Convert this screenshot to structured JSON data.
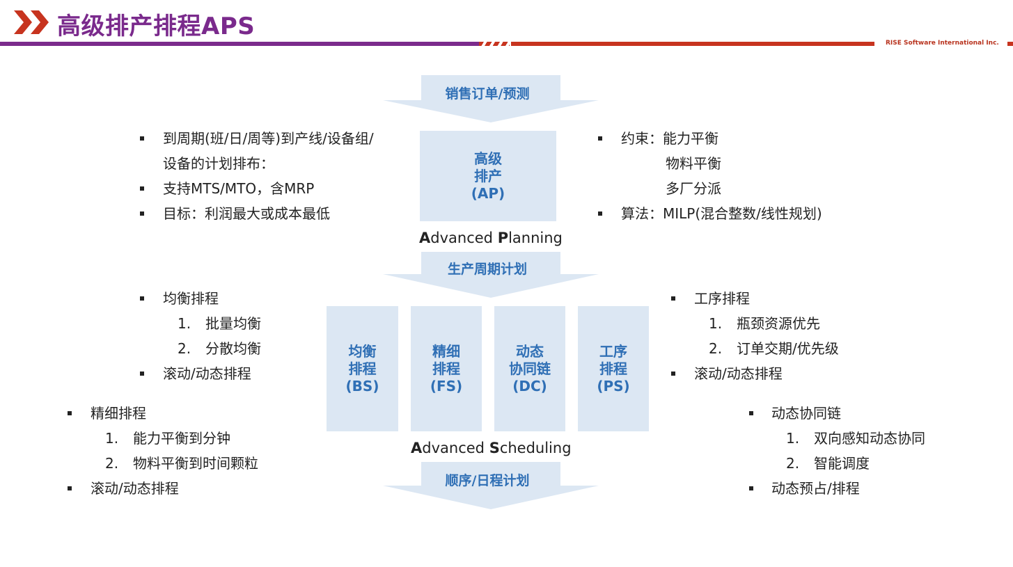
{
  "header": {
    "title": "高级排产排程APS",
    "company": "RISE Software International Inc.",
    "colors": {
      "title": "#7a2a8c",
      "purple_bar": "#7b2b8c",
      "red_bar": "#c7341f",
      "logo": "#c7341f"
    }
  },
  "flow": {
    "arrow_top": "销售订单/预测",
    "arrow_middle": "生产周期计划",
    "arrow_bottom": "顺序/日程计划",
    "ap_box": "高级\n排产\n(AP)",
    "planning_caption": {
      "a": "A",
      "b": "dvanced ",
      "c": "P",
      "d": "lanning"
    },
    "scheduling_caption": {
      "a": "A",
      "b": "dvanced ",
      "c": "S",
      "d": "cheduling"
    },
    "boxes": [
      "均衡\n排程\n(BS)",
      "精细\n排程\n(FS)",
      "动态\n协同链\n(DC)",
      "工序\n排程\n(PS)"
    ],
    "colors": {
      "arrow": "#dce7f3",
      "box": "#dce7f3",
      "label": "#2f6fb5"
    }
  },
  "left_top": {
    "l1": "到周期(班/日/周等)到产线/设备组/",
    "l2": "设备的计划排布：",
    "l3": "支持MTS/MTO，含MRP",
    "l4": "目标：利润最大或成本最低"
  },
  "right_top": {
    "l1": "约束：能力平衡",
    "l2": "物料平衡",
    "l3": "多厂分派",
    "l4": "算法：MILP(混合整数/线性规划)"
  },
  "left_mid": {
    "head": "均衡排程",
    "n1": "1.",
    "i1": "批量均衡",
    "n2": "2.",
    "i2": "分散均衡",
    "tail": "滚动/动态排程"
  },
  "right_mid": {
    "head": "工序排程",
    "n1": "1.",
    "i1": "瓶颈资源优先",
    "n2": "2.",
    "i2": "订单交期/优先级",
    "tail": "滚动/动态排程"
  },
  "left_bottom": {
    "head": "精细排程",
    "n1": "1.",
    "i1": "能力平衡到分钟",
    "n2": "2.",
    "i2": "物料平衡到时间颗粒",
    "tail": "滚动/动态排程"
  },
  "right_bottom": {
    "head": "动态协同链",
    "n1": "1.",
    "i1": "双向感知动态协同",
    "n2": "2.",
    "i2": "智能调度",
    "tail": "动态预占/排程"
  }
}
